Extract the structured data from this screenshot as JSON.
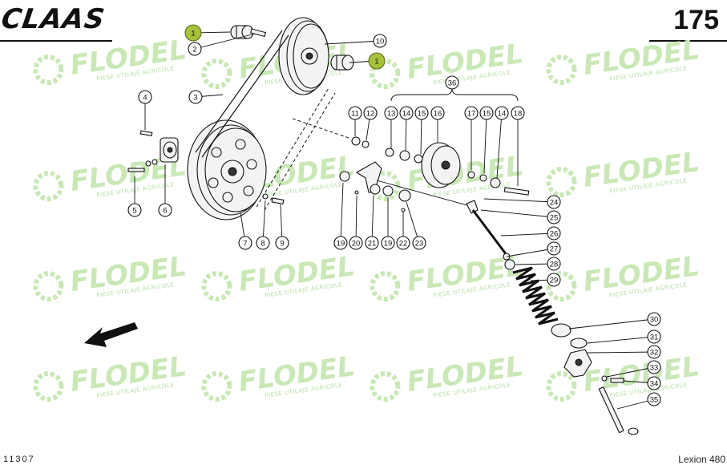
{
  "header": {
    "brand": "CLAAS",
    "page_number": "175"
  },
  "footer": {
    "ref_code": "11307",
    "model": "Lexion 480"
  },
  "watermark": {
    "text": "FLODEL",
    "subtitle": "PIESE UTILAJE AGRICOLE"
  },
  "colors": {
    "highlight": "#a6c23a",
    "watermark": "#c9e8b6",
    "ink": "#111111"
  },
  "callouts": [
    {
      "label": "1",
      "highlight": true
    },
    {
      "label": "2"
    },
    {
      "label": "10"
    },
    {
      "label": "1",
      "highlight": true
    },
    {
      "label": "3"
    },
    {
      "label": "4"
    },
    {
      "label": "5"
    },
    {
      "label": "6"
    },
    {
      "label": "7"
    },
    {
      "label": "8"
    },
    {
      "label": "9"
    },
    {
      "label": "36"
    },
    {
      "label": "11"
    },
    {
      "label": "12"
    },
    {
      "label": "13"
    },
    {
      "label": "14"
    },
    {
      "label": "15"
    },
    {
      "label": "16"
    },
    {
      "label": "17"
    },
    {
      "label": "15"
    },
    {
      "label": "14"
    },
    {
      "label": "18"
    },
    {
      "label": "19"
    },
    {
      "label": "20"
    },
    {
      "label": "21"
    },
    {
      "label": "19"
    },
    {
      "label": "22"
    },
    {
      "label": "23"
    },
    {
      "label": "24"
    },
    {
      "label": "25"
    },
    {
      "label": "26"
    },
    {
      "label": "27"
    },
    {
      "label": "28"
    },
    {
      "label": "29"
    },
    {
      "label": "30"
    },
    {
      "label": "31"
    },
    {
      "label": "32"
    },
    {
      "label": "33"
    },
    {
      "label": "34"
    },
    {
      "label": "35"
    }
  ]
}
